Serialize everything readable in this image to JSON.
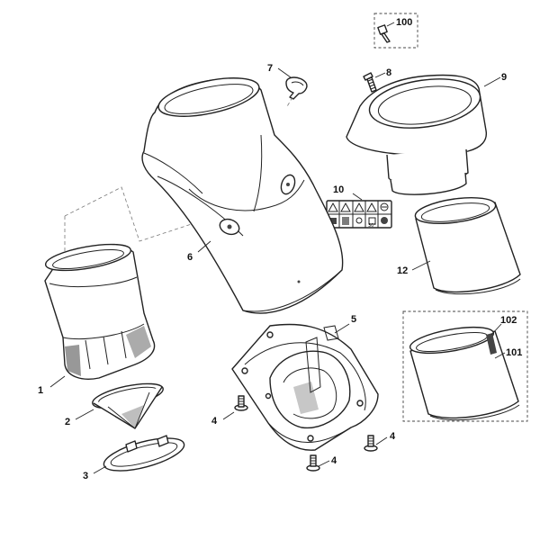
{
  "callouts": {
    "c1": "1",
    "c2": "2",
    "c3": "3",
    "c4a": "4",
    "c4b": "4",
    "c4c": "4",
    "c5": "5",
    "c6": "6",
    "c7": "7",
    "c8": "8",
    "c9": "9",
    "c10": "10",
    "c12": "12",
    "c100": "100",
    "c101": "101",
    "c102": "102"
  },
  "decal": {
    "cell_bottom_right": "30°"
  }
}
